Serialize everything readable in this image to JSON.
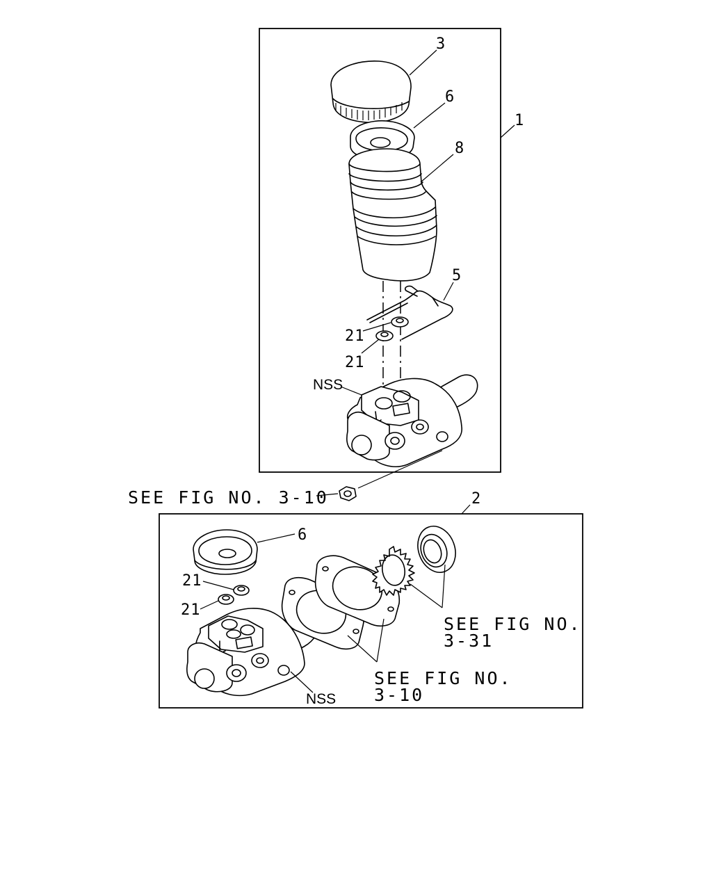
{
  "assembly_1": {
    "label_1": "1",
    "label_3": "3",
    "label_6": "6",
    "label_8": "8",
    "label_5": "5",
    "label_21a": "21",
    "label_21b": "21",
    "label_nss": "NSS"
  },
  "reference_nut": {
    "label": "SEE FIG NO. 3-10"
  },
  "assembly_2": {
    "label_2": "2",
    "label_6": "6",
    "label_21a": "21",
    "label_21b": "21",
    "label_nss": "NSS",
    "ref_gasket_line1": "SEE FIG NO.",
    "ref_gasket_line2": "3-10",
    "ref_seal_line1": "SEE FIG NO.",
    "ref_seal_line2": "3-31"
  }
}
